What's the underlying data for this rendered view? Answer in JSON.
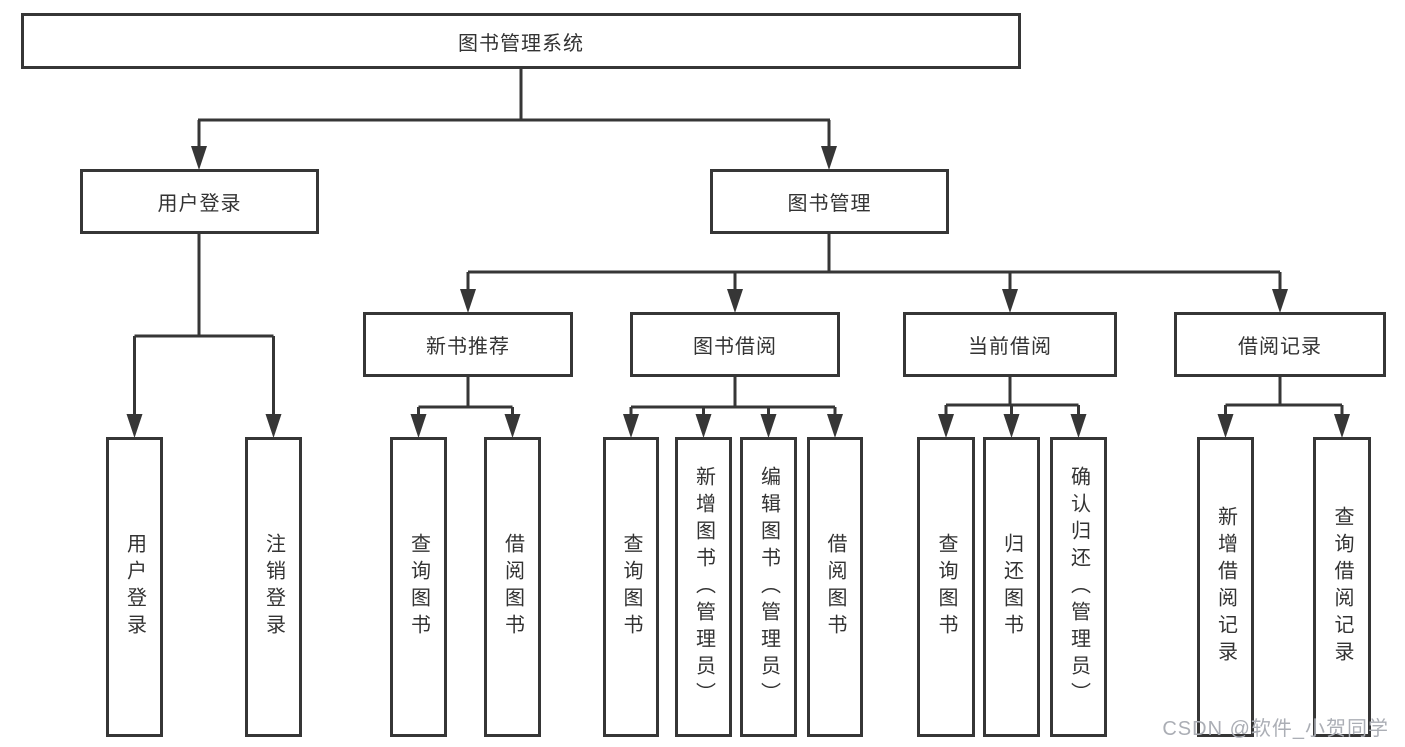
{
  "diagram": {
    "nodes": {
      "root": "图书管理系统",
      "user_login": "用户登录",
      "book_management": "图书管理",
      "new_book_recommend": "新书推荐",
      "book_borrow": "图书借阅",
      "current_borrow": "当前借阅",
      "borrow_records": "借阅记录",
      "leaf_user_login": "用户登录",
      "leaf_logout": "注销登录",
      "leaf_nb_query_books": "查询图书",
      "leaf_nb_borrow_books": "借阅图书",
      "leaf_bb_query_books": "查询图书",
      "leaf_bb_add_books": "新增图书（管理员）",
      "leaf_bb_edit_books": "编辑图书（管理员）",
      "leaf_bb_borrow_books": "借阅图书",
      "leaf_cb_query_books": "查询图书",
      "leaf_cb_return_books": "归还图书",
      "leaf_cb_confirm_return": "确认归还（管理员）",
      "leaf_br_add_record": "新增借阅记录",
      "leaf_br_query_record": "查询借阅记录"
    },
    "watermark": "CSDN @软件_小贺同学",
    "colors": {
      "line": "#363636",
      "text": "#333333",
      "watermark": "#ABAEB5"
    }
  }
}
